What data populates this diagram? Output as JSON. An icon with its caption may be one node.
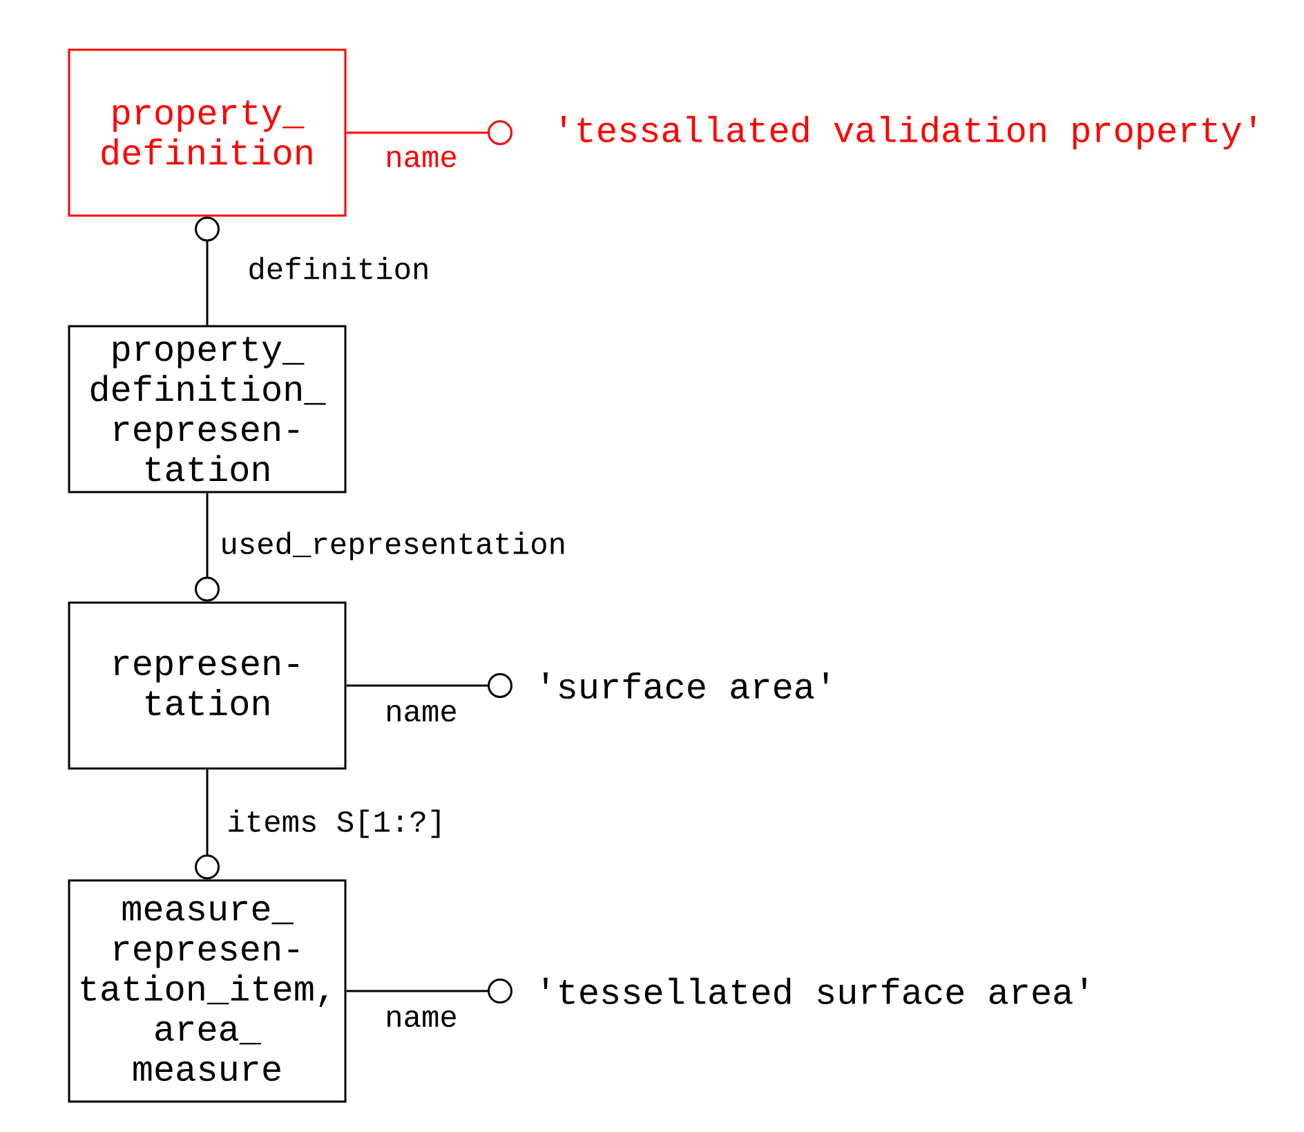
{
  "diagram": {
    "nodes": [
      {
        "text": [
          "property_ definition"
        ]
      },
      {
        "text": [
          "'tessallated validation property'"
        ]
      },
      {
        "text": [
          "property_ definition_ represen- tation"
        ]
      },
      {
        "text": [
          "represen- tation"
        ]
      },
      {
        "text": [
          "'surface area'"
        ]
      },
      {
        "text": [
          "measure_ represen- tation_item, area_ measure"
        ]
      },
      {
        "text": [
          "'tessellated surface area'"
        ]
      }
    ],
    "edges": [
      {
        "from": 0,
        "to": 1,
        "arrow": "other",
        "label": "name",
        "color": "#ff0000"
      },
      {
        "from": 2,
        "to": 0,
        "arrow": "other",
        "label": "definition"
      },
      {
        "from": 2,
        "to": 3,
        "arrow": "other",
        "label": "used_representation"
      },
      {
        "from": 3,
        "to": 4,
        "arrow": "other",
        "label": "name"
      },
      {
        "from": 3,
        "to": 5,
        "arrow": "other",
        "label": "items S[1:?]"
      },
      {
        "from": 5,
        "to": 6,
        "arrow": "other",
        "label": "name"
      }
    ]
  }
}
